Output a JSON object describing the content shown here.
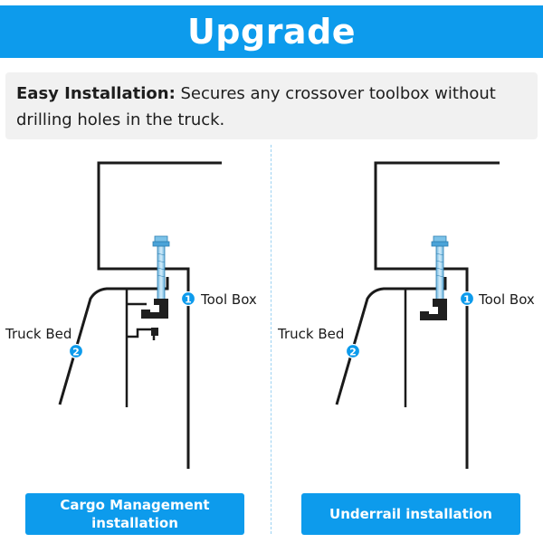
{
  "header": {
    "title": "Upgrade"
  },
  "description": {
    "label": "Easy Installation:",
    "text": " Secures any crossover toolbox without drilling holes in the truck."
  },
  "left_panel": {
    "tool_box_label": "Tool Box",
    "tool_box_number": "1",
    "truck_bed_label": "Truck Bed",
    "truck_bed_number": "2",
    "button_label": "Cargo Management installation"
  },
  "right_panel": {
    "tool_box_label": "Tool Box",
    "tool_box_number": "1",
    "truck_bed_label": "Truck Bed",
    "truck_bed_number": "2",
    "button_label": "Underrail installation"
  },
  "colors": {
    "accent": "#0d9bec",
    "line": "#1a1a1a",
    "clamp": "#1f1f1f",
    "bolt": "#9fd4f2"
  }
}
